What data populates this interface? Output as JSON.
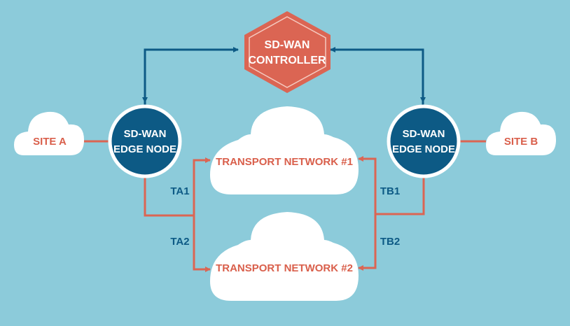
{
  "colors": {
    "background": "#8ccbda",
    "coral": "#db6553",
    "navy": "#0d5a85",
    "white": "#ffffff"
  },
  "controller": {
    "line1": "SD-WAN",
    "line2": "CONTROLLER"
  },
  "edge_a": {
    "line1": "SD-WAN",
    "line2": "EDGE NODE"
  },
  "edge_b": {
    "line1": "SD-WAN",
    "line2": "EDGE NODE"
  },
  "site_a": {
    "label": "SITE A"
  },
  "site_b": {
    "label": "SITE B"
  },
  "transport_1": {
    "label": "TRANSPORT NETWORK #1"
  },
  "transport_2": {
    "label": "TRANSPORT NETWORK #2"
  },
  "links": {
    "ta1": "TA1",
    "ta2": "TA2",
    "tb1": "TB1",
    "tb2": "TB2"
  }
}
